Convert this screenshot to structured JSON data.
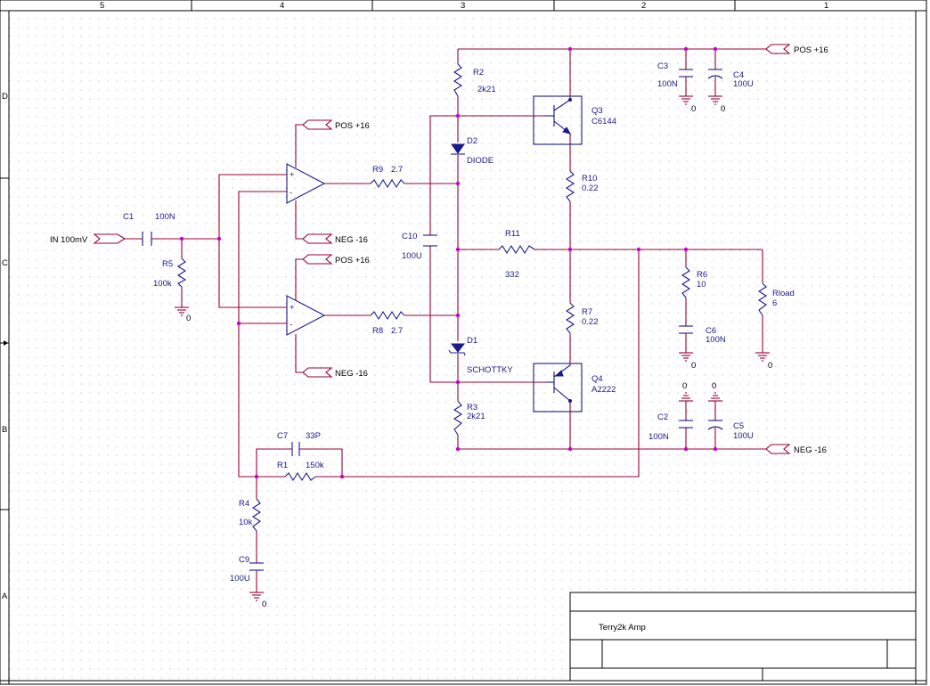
{
  "border": {
    "col_labels": [
      "5",
      "4",
      "3",
      "2",
      "1"
    ],
    "row_labels": [
      "D",
      "C",
      "B",
      "A"
    ]
  },
  "title_block": {
    "title": "Terry2k Amp"
  },
  "components": {
    "C1": {
      "ref": "C1",
      "value": "100N"
    },
    "R5": {
      "ref": "R5",
      "value": "100k"
    },
    "R9": {
      "ref": "R9",
      "value": "2.7"
    },
    "R8": {
      "ref": "R8",
      "value": "2.7"
    },
    "R2": {
      "ref": "R2",
      "value": "2k21"
    },
    "R3": {
      "ref": "R3",
      "value": "2k21"
    },
    "D2": {
      "ref": "D2",
      "value": "DIODE"
    },
    "D1": {
      "ref": "D1",
      "value": "SCHOTTKY"
    },
    "C10": {
      "ref": "C10",
      "value": "100U"
    },
    "Q3": {
      "ref": "Q3",
      "value": "C6144"
    },
    "Q4": {
      "ref": "Q4",
      "value": "A2222"
    },
    "R10": {
      "ref": "R10",
      "value": "0.22"
    },
    "R7": {
      "ref": "R7",
      "value": "0.22"
    },
    "R11": {
      "ref": "R11",
      "value": "332"
    },
    "C3": {
      "ref": "C3",
      "value": "100N"
    },
    "C4": {
      "ref": "C4",
      "value": "100U"
    },
    "C2": {
      "ref": "C2",
      "value": "100N"
    },
    "C5": {
      "ref": "C5",
      "value": "100U"
    },
    "R6": {
      "ref": "R6",
      "value": "10"
    },
    "C6": {
      "ref": "C6",
      "value": "100N"
    },
    "Rload": {
      "ref": "Rload",
      "value": "6"
    },
    "C7": {
      "ref": "C7",
      "value": "33P"
    },
    "R1": {
      "ref": "R1",
      "value": "150k"
    },
    "R4": {
      "ref": "R4",
      "value": "10k"
    },
    "C9": {
      "ref": "C9",
      "value": "100U"
    }
  },
  "ports": {
    "input": "IN 100mV",
    "pos": "POS +16",
    "neg": "NEG -16"
  },
  "ground_label": "0",
  "opamp_signs": {
    "plus": "+",
    "minus": "-"
  }
}
